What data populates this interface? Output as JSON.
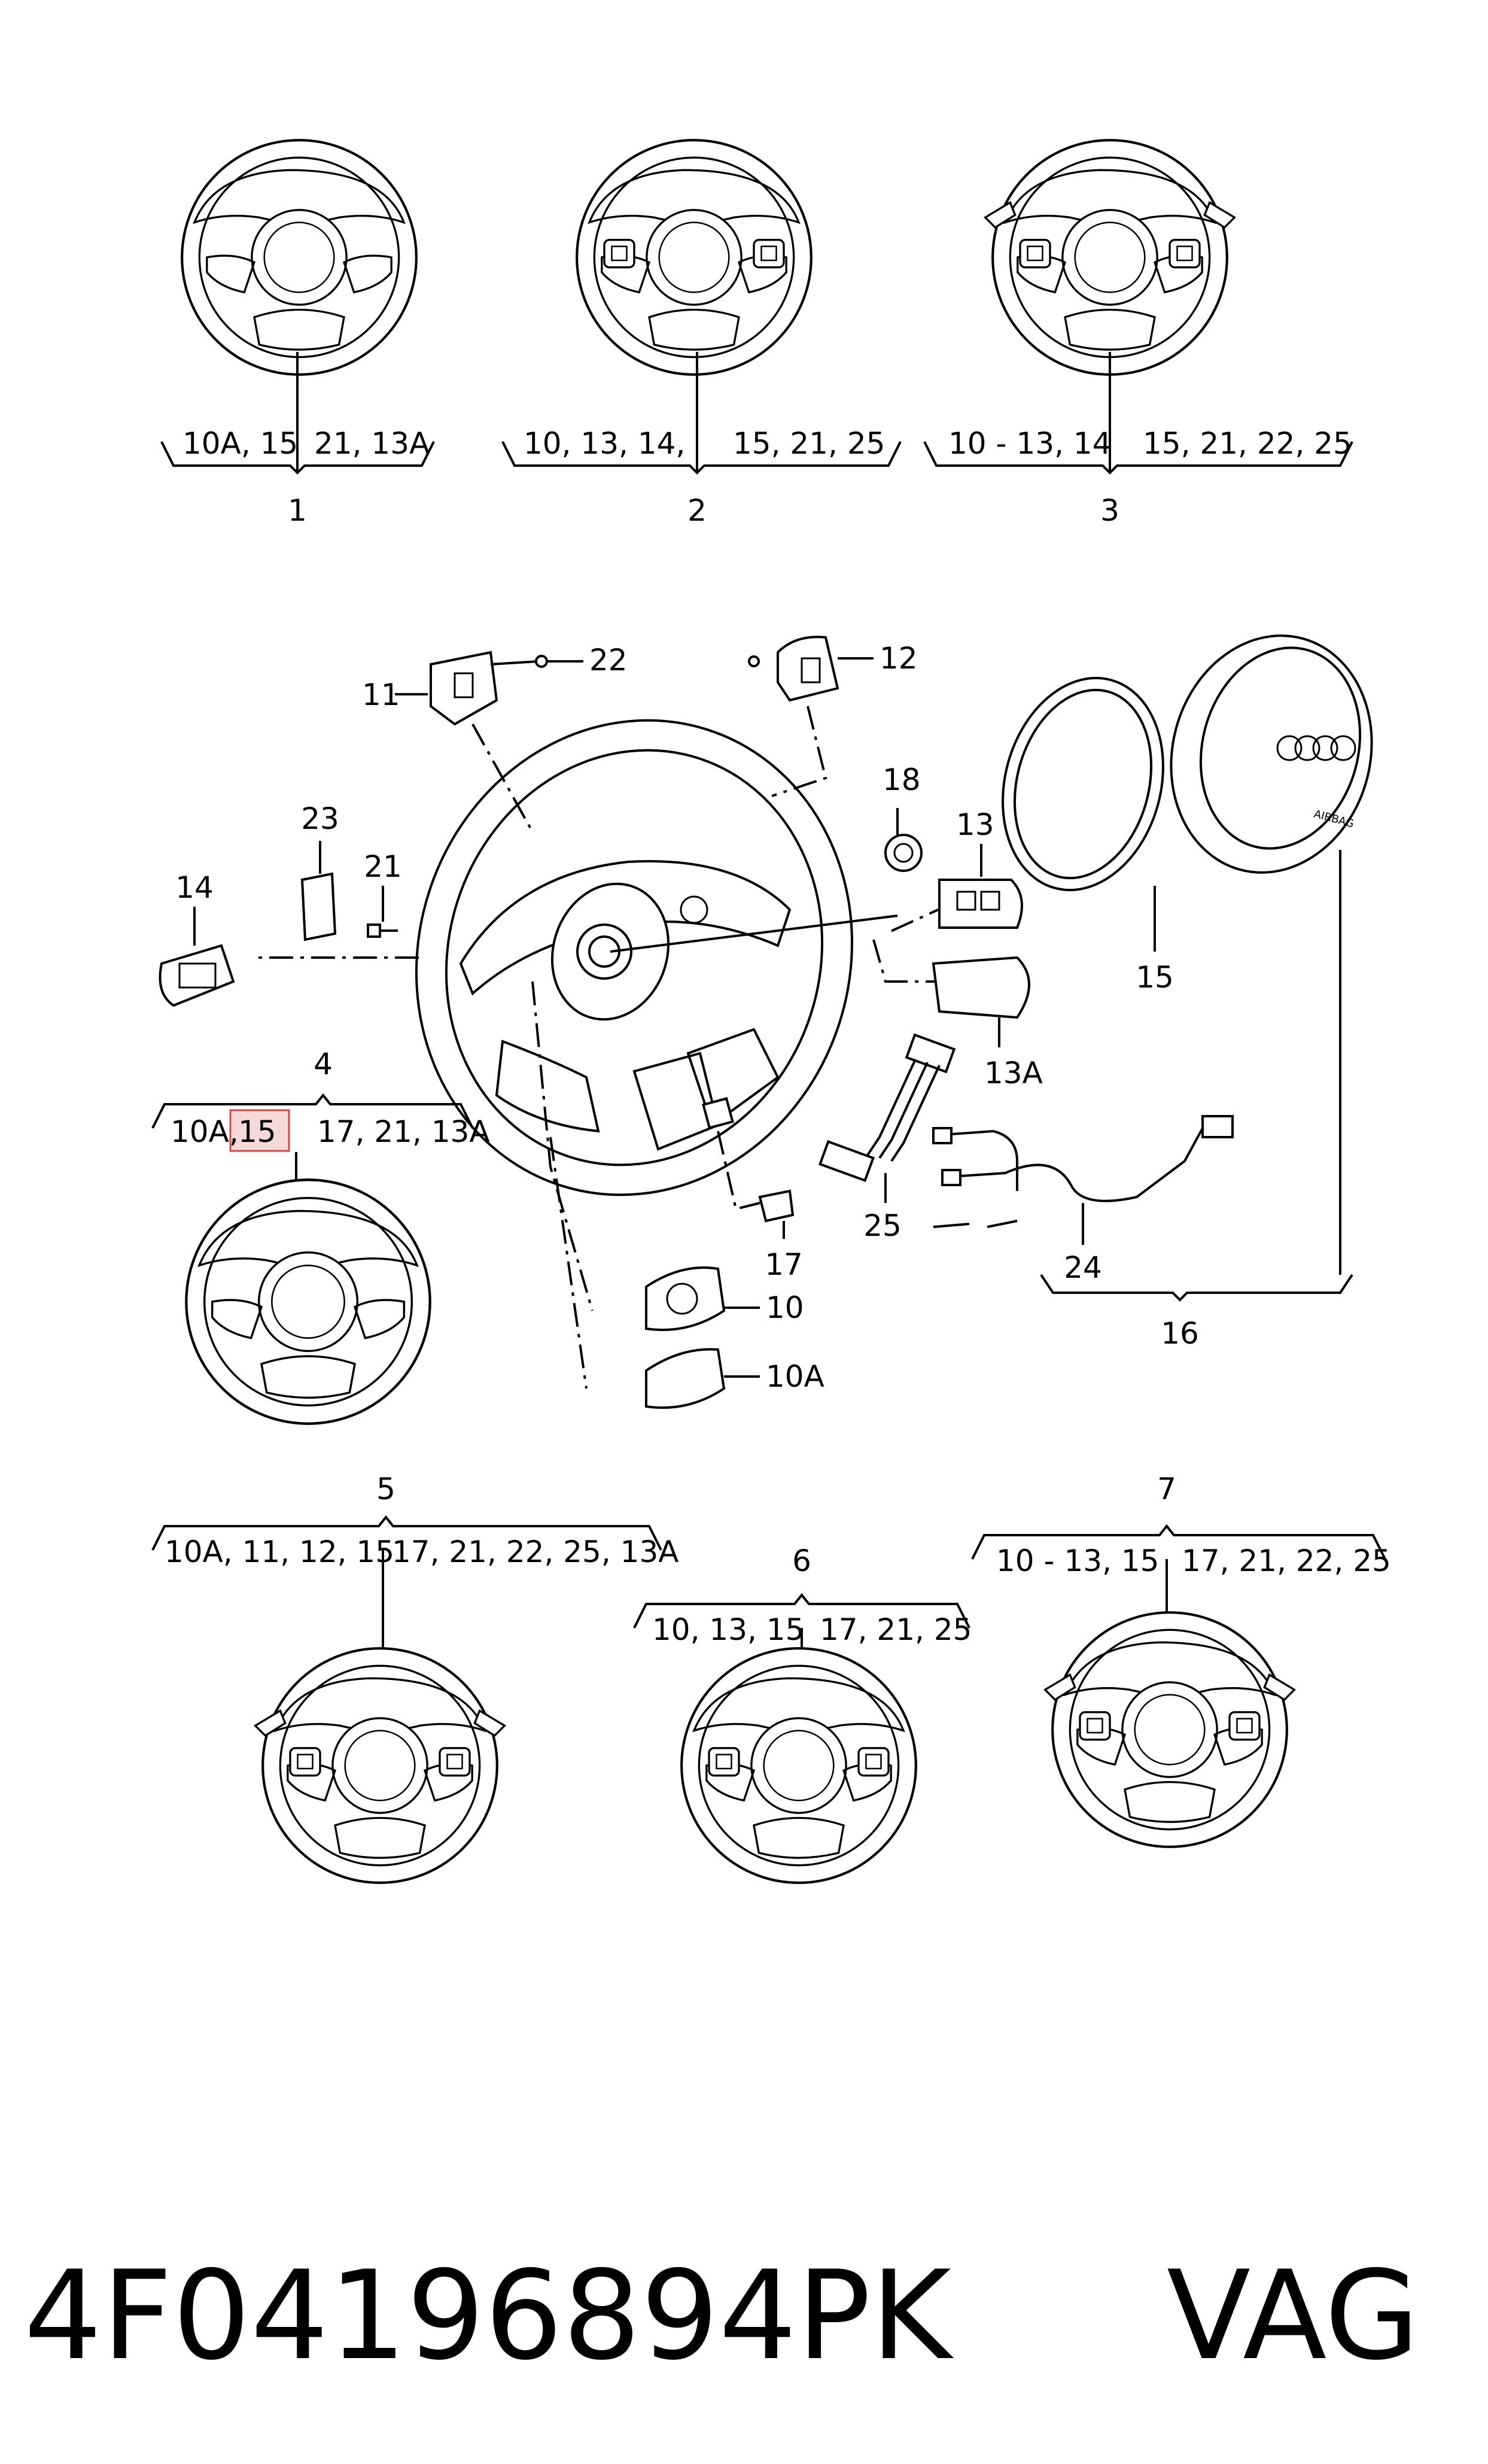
{
  "variants": [
    {
      "number": "1",
      "left": "10A, 15",
      "right": "21, 13A"
    },
    {
      "number": "2",
      "left": "10, 13, 14,",
      "right": "15, 21, 25"
    },
    {
      "number": "3",
      "left": "10 - 13, 14",
      "right": "15, 21, 22, 25"
    },
    {
      "number": "4",
      "left_a": "10A,",
      "left_b": "15",
      "right": "17, 21, 13A"
    },
    {
      "number": "5",
      "left": "10A, 11, 12, 15",
      "right": "17, 21, 22, 25, 13A"
    },
    {
      "number": "6",
      "left": "10, 13, 15",
      "right": "17, 21, 25"
    },
    {
      "number": "7",
      "left": "10 - 13, 15",
      "right": "17, 21, 22, 25"
    }
  ],
  "parts": {
    "p10": "10",
    "p10A": "10A",
    "p11": "11",
    "p12": "12",
    "p13": "13",
    "p13A": "13A",
    "p14": "14",
    "p15": "15",
    "p16": "16",
    "p17": "17",
    "p18": "18",
    "p21": "21",
    "p22": "22",
    "p23": "23",
    "p24": "24",
    "p25": "25"
  },
  "airbag_text": "AIRBAG",
  "highlight_color": "#d24a4a",
  "footer": {
    "part_number": "4F04196894PK",
    "brand": "VAG"
  }
}
